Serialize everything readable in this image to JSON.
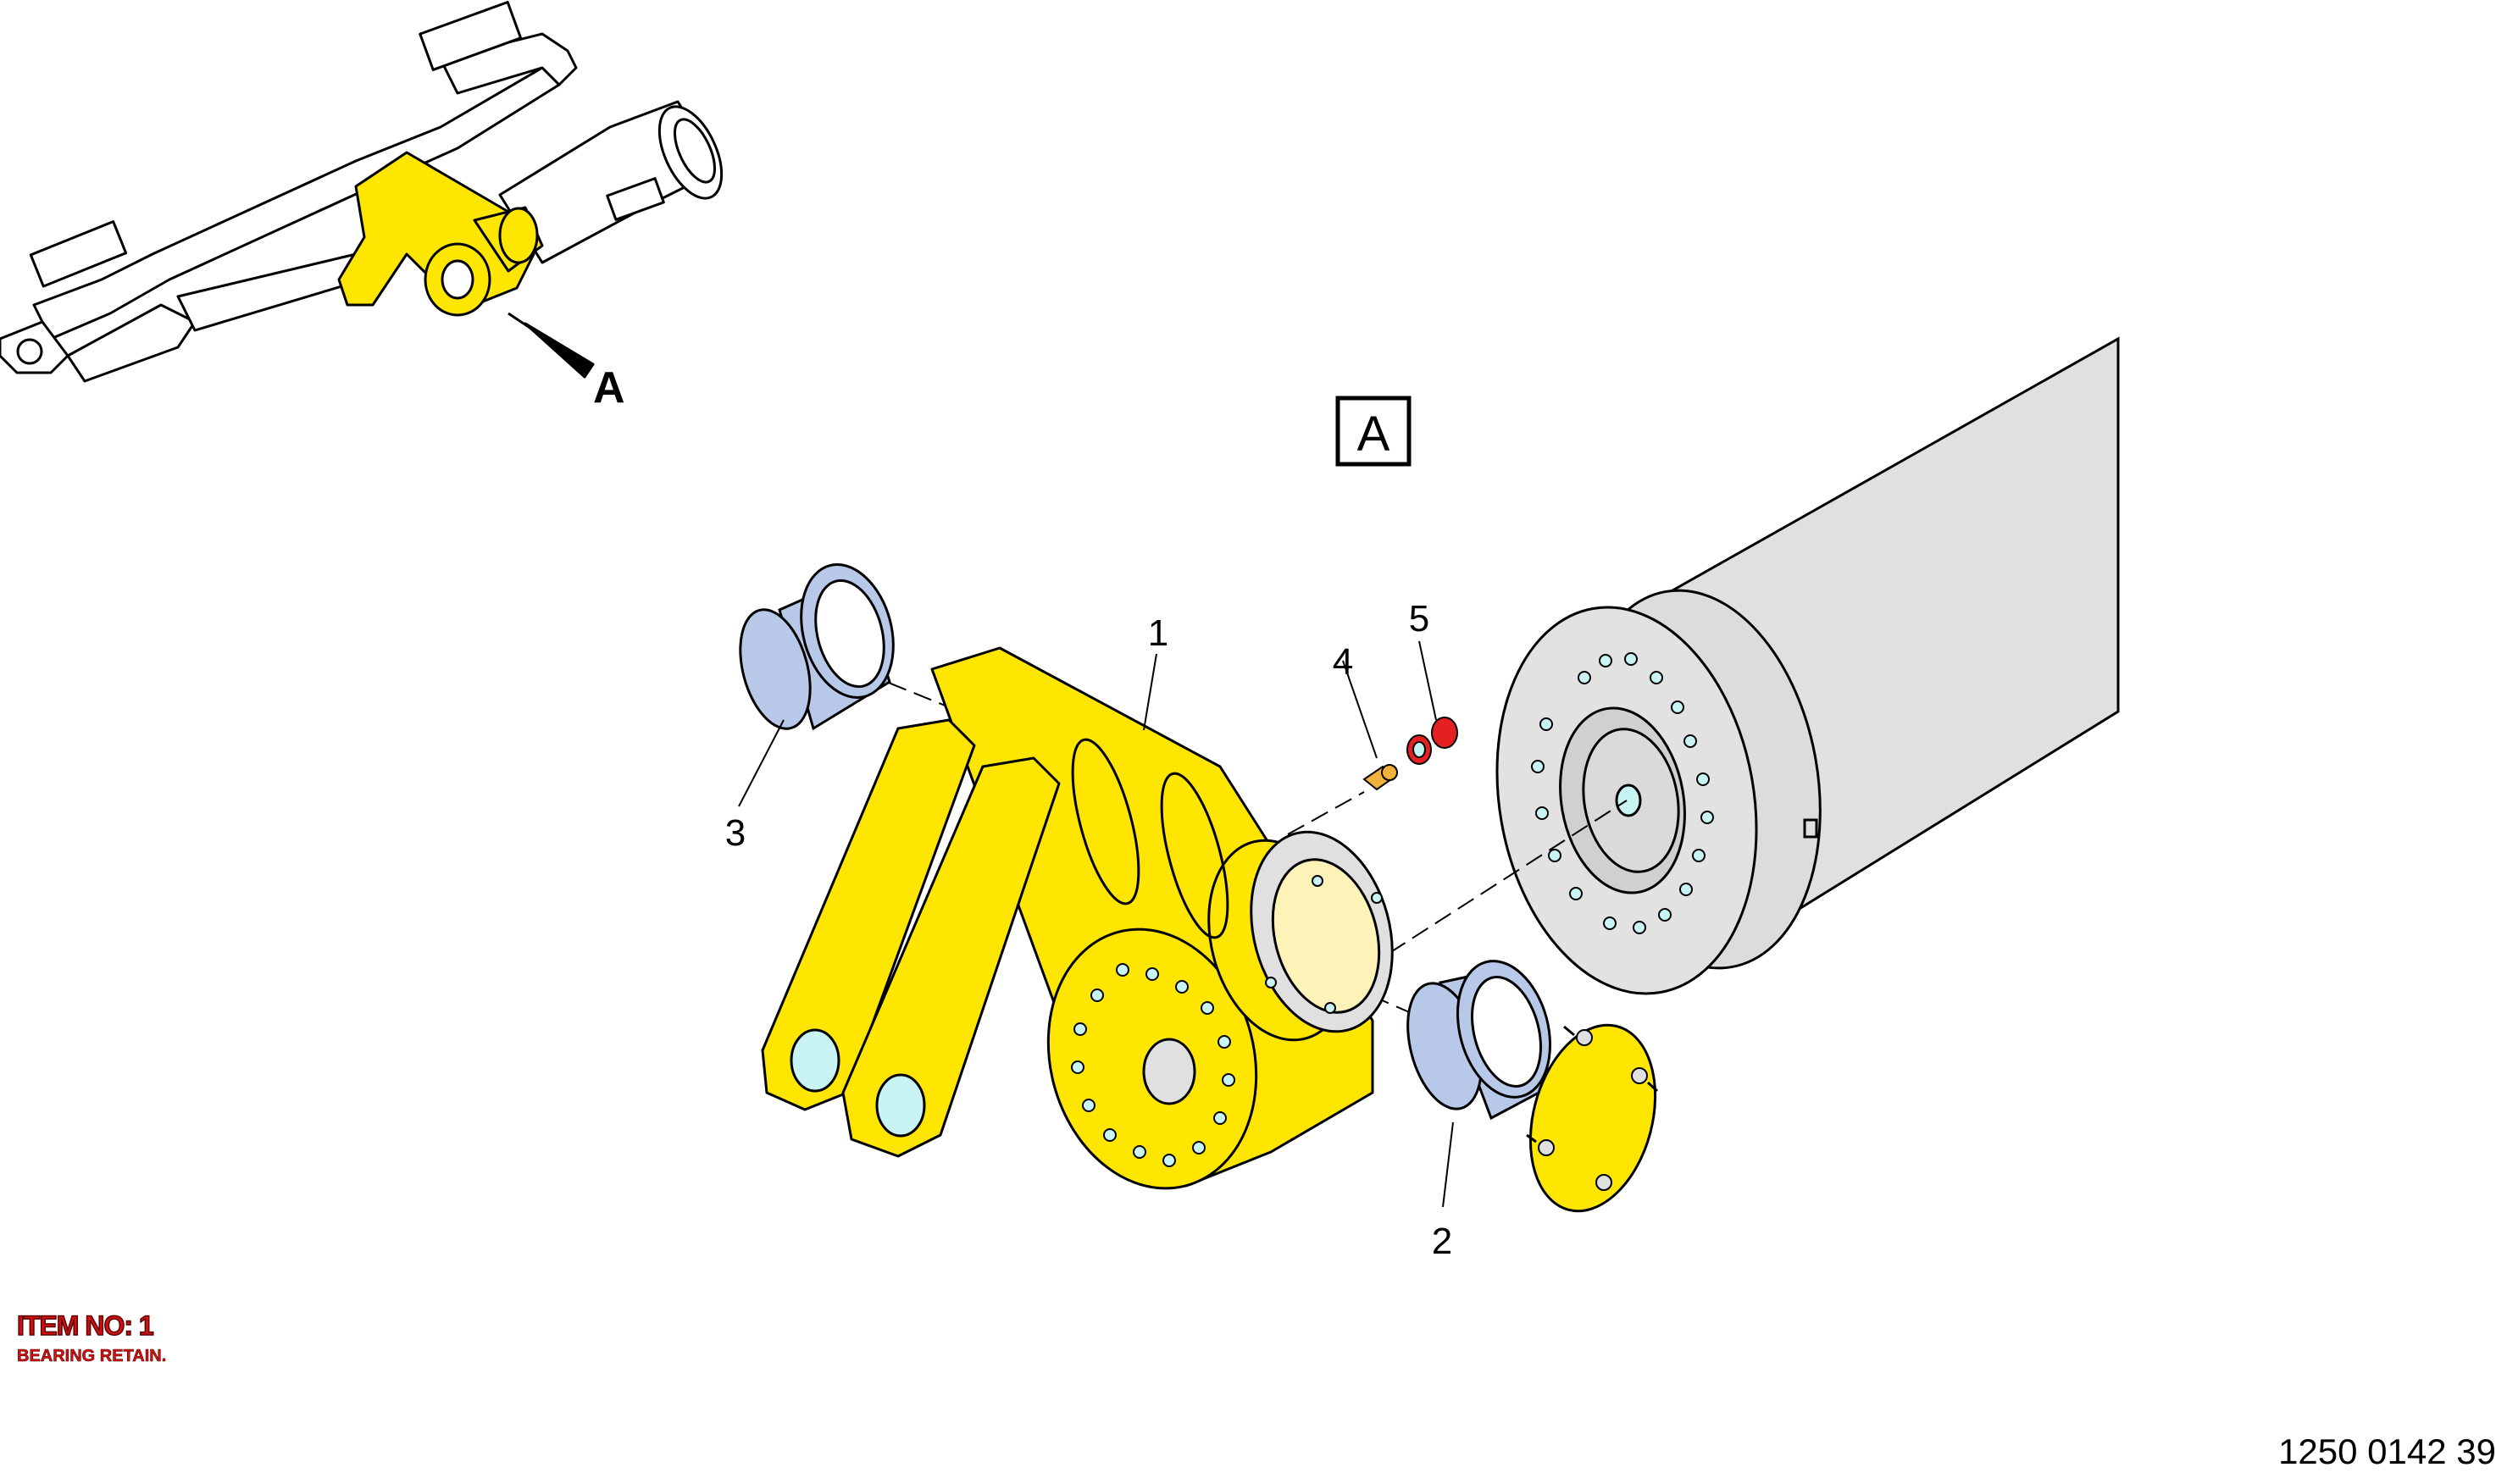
{
  "view_label": "A",
  "detail_arrow_label": "A",
  "callouts": [
    {
      "id": "callout-1",
      "text": "1"
    },
    {
      "id": "callout-2",
      "text": "2"
    },
    {
      "id": "callout-3",
      "text": "3"
    },
    {
      "id": "callout-4",
      "text": "4"
    },
    {
      "id": "callout-5",
      "text": "5"
    }
  ],
  "item_info": {
    "title": "ITEM NO: 1",
    "subtitle": "BEARING RETAIN."
  },
  "drawing_number": "1250 0142 39",
  "colors": {
    "highlight_yellow": "#ffe600",
    "bushing_blue": "#b8c8e8",
    "cylinder_gray": "#e0e0e0",
    "red_text": "#d01010",
    "hole_cyan": "#c8f4f4"
  }
}
